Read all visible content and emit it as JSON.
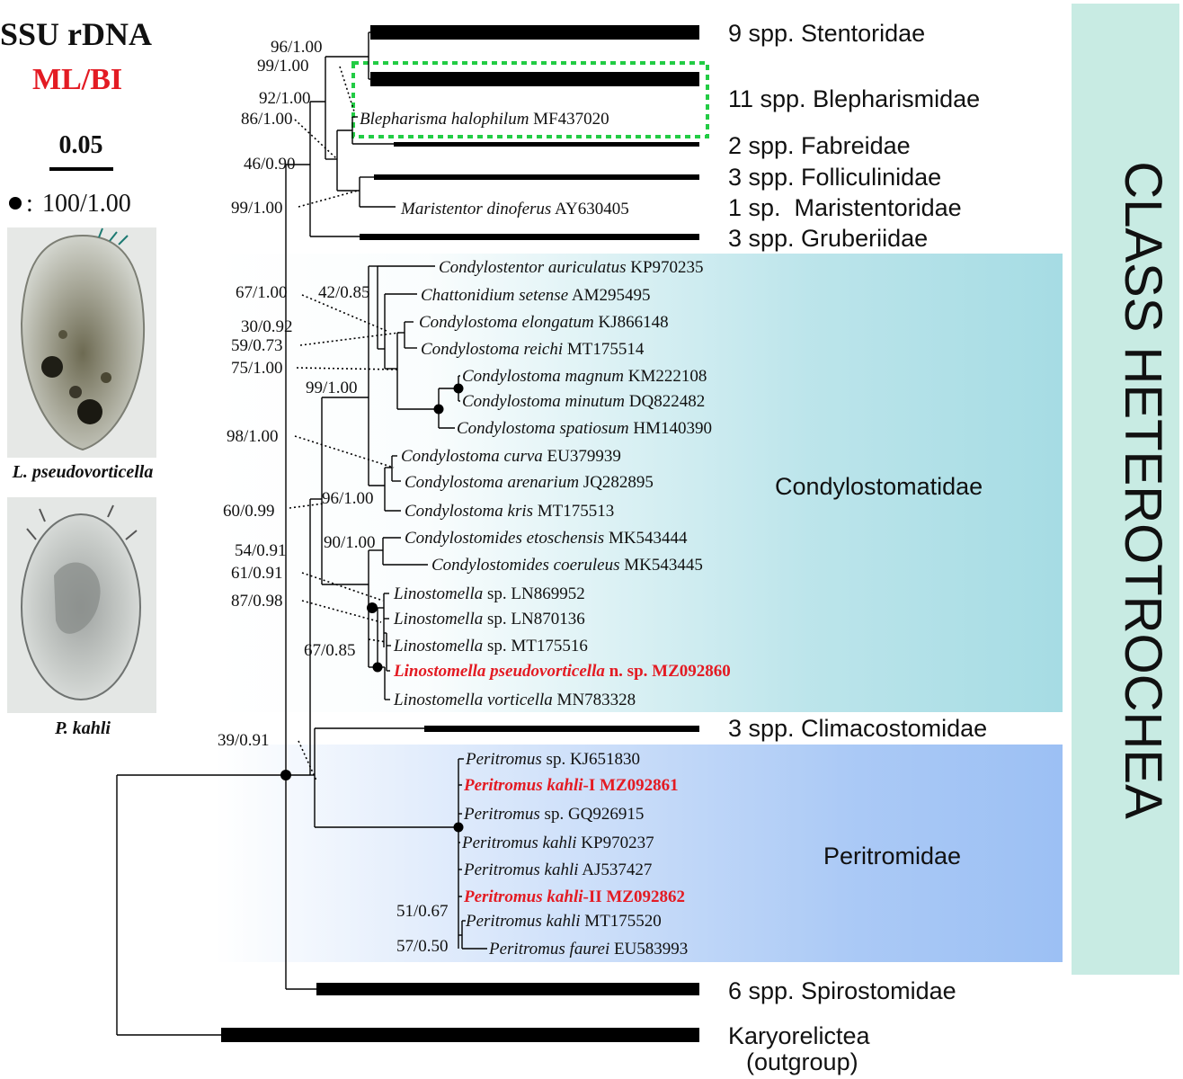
{
  "panel": {
    "title": "SSU rDNA",
    "method": "ML/BI",
    "scale_value": "0.05",
    "dot_legend": "100/1.00",
    "photo1_caption": "L. pseudovorticella",
    "photo2_caption": "P. kahli",
    "class_label": "CLASS HETEROTROCHEA"
  },
  "colors": {
    "highlight": "#e31b23",
    "green_dashed": "#22cc44",
    "condylo_band": "#a6dce4",
    "peritro_band": "#9cc0f4",
    "class_band": "#c8ebe3"
  },
  "groups": [
    {
      "id": "stentoridae",
      "label": "9 spp. Stentoridae"
    },
    {
      "id": "blepharismidae",
      "label": "11 spp. Blepharismidae"
    },
    {
      "id": "fabreidae",
      "label": "2 spp. Fabreidae"
    },
    {
      "id": "folliculinidae",
      "label": "3 spp. Folliculinidae"
    },
    {
      "id": "maristentoridae",
      "label": "1 sp.  Maristentoridae"
    },
    {
      "id": "gruberiidae",
      "label": "3 spp. Gruberiidae"
    },
    {
      "id": "condylostomatidae",
      "label": "Condylostomatidae"
    },
    {
      "id": "climacostomidae",
      "label": "3 spp. Climacostomidae"
    },
    {
      "id": "peritromidae",
      "label": "Peritromidae"
    },
    {
      "id": "spirostomidae",
      "label": "6 spp. Spirostomidae"
    },
    {
      "id": "karyorelictea",
      "label": "Karyorelictea"
    },
    {
      "id": "outgroup",
      "label": "(outgroup)"
    }
  ],
  "taxa": [
    {
      "id": "t1",
      "genus": "Blepharisma halophilum",
      "rest": "MF437020",
      "highlight": false
    },
    {
      "id": "t2",
      "genus": "Maristentor dinoferus",
      "rest": "AY630405",
      "highlight": false
    },
    {
      "id": "t3",
      "genus": "Condylostentor auriculatus",
      "rest": "KP970235",
      "highlight": false
    },
    {
      "id": "t4",
      "genus": "Chattonidium setense",
      "rest": "AM295495",
      "highlight": false
    },
    {
      "id": "t5",
      "genus": "Condylostoma elongatum",
      "rest": "KJ866148",
      "highlight": false
    },
    {
      "id": "t6",
      "genus": "Condylostoma reichi",
      "rest": "MT175514",
      "highlight": false
    },
    {
      "id": "t7",
      "genus": "Condylostoma magnum",
      "rest": "KM222108",
      "highlight": false
    },
    {
      "id": "t8",
      "genus": "Condylostoma minutum",
      "rest": "DQ822482",
      "highlight": false
    },
    {
      "id": "t9",
      "genus": "Condylostoma spatiosum",
      "rest": "HM140390",
      "highlight": false
    },
    {
      "id": "t10",
      "genus": "Condylostoma curva",
      "rest": "EU379939",
      "highlight": false
    },
    {
      "id": "t11",
      "genus": "Condylostoma arenarium",
      "rest": "JQ282895",
      "highlight": false
    },
    {
      "id": "t12",
      "genus": "Condylostoma kris",
      "rest": "MT175513",
      "highlight": false
    },
    {
      "id": "t13",
      "genus": "Condylostomides etoschensis",
      "rest": "MK543444",
      "highlight": false
    },
    {
      "id": "t14",
      "genus": "Condylostomides coeruleus",
      "rest": "MK543445",
      "highlight": false
    },
    {
      "id": "t15",
      "genus": "Linostomella",
      "rest": "sp. LN869952",
      "highlight": false
    },
    {
      "id": "t16",
      "genus": "Linostomella",
      "rest": "sp. LN870136",
      "highlight": false
    },
    {
      "id": "t17",
      "genus": "Linostomella",
      "rest": "sp. MT175516",
      "highlight": false
    },
    {
      "id": "t18",
      "genus": "Linostomella pseudovorticella",
      "rest": "n. sp. MZ092860",
      "highlight": true
    },
    {
      "id": "t19",
      "genus": "Linostomella vorticella",
      "rest": "MN783328",
      "highlight": false
    },
    {
      "id": "t20",
      "genus": "Peritromus",
      "rest": "sp. KJ651830",
      "highlight": false
    },
    {
      "id": "t21",
      "genus": "Peritromus kahli",
      "rest": "-I MZ092861",
      "highlight": true
    },
    {
      "id": "t22",
      "genus": "Peritromus",
      "rest": "sp. GQ926915",
      "highlight": false
    },
    {
      "id": "t23",
      "genus": "Peritromus kahli",
      "rest": "KP970237",
      "highlight": false
    },
    {
      "id": "t24",
      "genus": "Peritromus kahli",
      "rest": "AJ537427",
      "highlight": false
    },
    {
      "id": "t25",
      "genus": "Peritromus kahli",
      "rest": "-II MZ092862",
      "highlight": true
    },
    {
      "id": "t26",
      "genus": "Peritromus kahli",
      "rest": "MT175520",
      "highlight": false
    },
    {
      "id": "t27",
      "genus": "Peritromus faurei",
      "rest": "EU583993",
      "highlight": false
    }
  ],
  "supports": [
    "96/1.00",
    "99/1.00",
    "92/1.00",
    "86/1.00",
    "46/0.90",
    "99/1.00",
    "67/1.00",
    "42/0.85",
    "30/0.92",
    "59/0.73",
    "75/1.00",
    "99/1.00",
    "98/1.00",
    "96/1.00",
    "60/0.99",
    "90/1.00",
    "54/0.91",
    "61/0.91",
    "87/0.98",
    "67/0.85",
    "39/0.91",
    "51/0.67",
    "57/0.50"
  ]
}
